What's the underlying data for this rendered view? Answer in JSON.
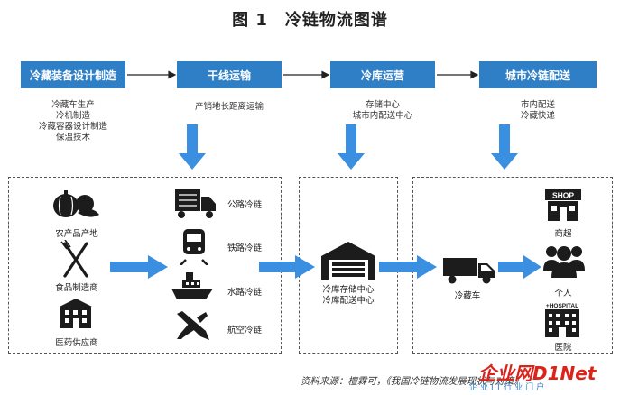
{
  "title": "图 1　冷链物流图谱",
  "stages": [
    {
      "label": "冷藏装备设计制造",
      "desc": [
        "冷藏车生产",
        "冷机制造",
        "冷藏容器设计制造",
        "保温技术"
      ]
    },
    {
      "label": "干线运输",
      "desc": [
        "产销地长距离运输"
      ]
    },
    {
      "label": "冷库运营",
      "desc": [
        "存储中心",
        "城市内配送中心"
      ]
    },
    {
      "label": "城市冷链配送",
      "desc": [
        "市内配送",
        "冷藏快递"
      ]
    }
  ],
  "sources": [
    "农产品产地",
    "食品制造商",
    "医药供应商"
  ],
  "transport": [
    "公路冷链",
    "铁路冷链",
    "水路冷链",
    "航空冷链"
  ],
  "warehouse": [
    "冷库存储中心",
    "冷库配送中心"
  ],
  "truck_label": "冷藏车",
  "shop_sign": "SHOP",
  "hospital_sign": "+HOSPITAL",
  "destinations": [
    "商超",
    "个人",
    "医院"
  ],
  "source_note": "资料来源：檀霖可，《我国冷链物流发展现状与对策》",
  "watermark": "企业网D1Net",
  "watermark_sub": "企业IT行业门户",
  "colors": {
    "accent": "#2f7fc6",
    "arrow": "#3b8fe0",
    "icon": "#1c1c1c",
    "watermark": "#d9231b"
  }
}
